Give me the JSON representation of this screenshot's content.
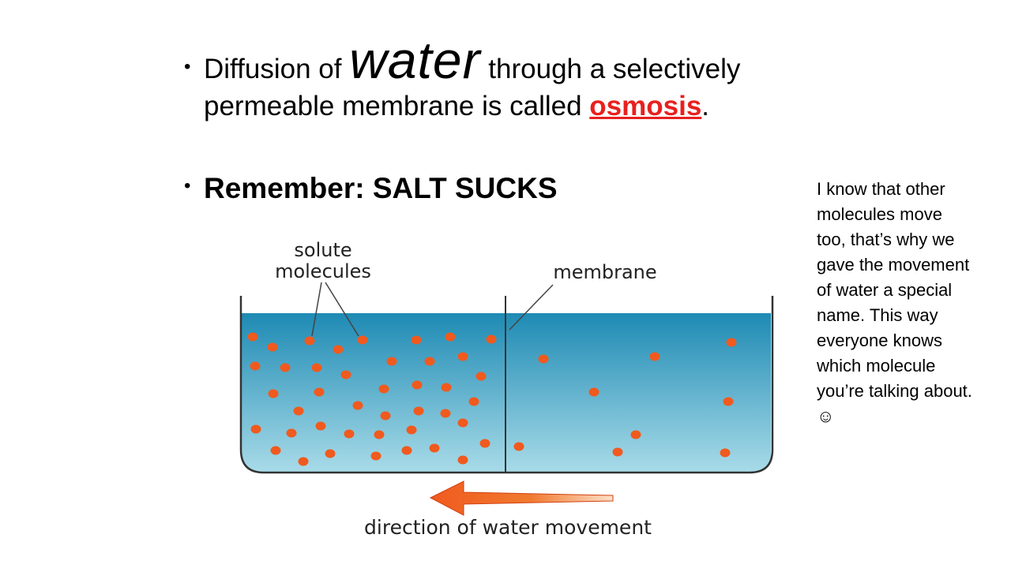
{
  "bullets": {
    "b1": {
      "part1": "Diffusion of ",
      "emphasis": "water",
      "part2": " through a selectively",
      "line2_part1": "permeable membrane is called ",
      "accent_word": "osmosis",
      "line2_end": "."
    },
    "b2": "Remember: SALT SUCKS"
  },
  "side_note": "I know that other molecules move too, that’s why we gave the movement of water a special name. This way everyone knows which molecule you’re talking about. ☺",
  "diagram": {
    "label_solute_line1": "solute",
    "label_solute_line2": "molecules",
    "label_membrane": "membrane",
    "label_direction": "direction of water movement"
  },
  "colors": {
    "accent": "#e8201e",
    "water_top": "#1e8ab4",
    "water_bottom": "#a8dbe8",
    "molecule": "#f05a1e",
    "arrow": "#f05a1e"
  }
}
